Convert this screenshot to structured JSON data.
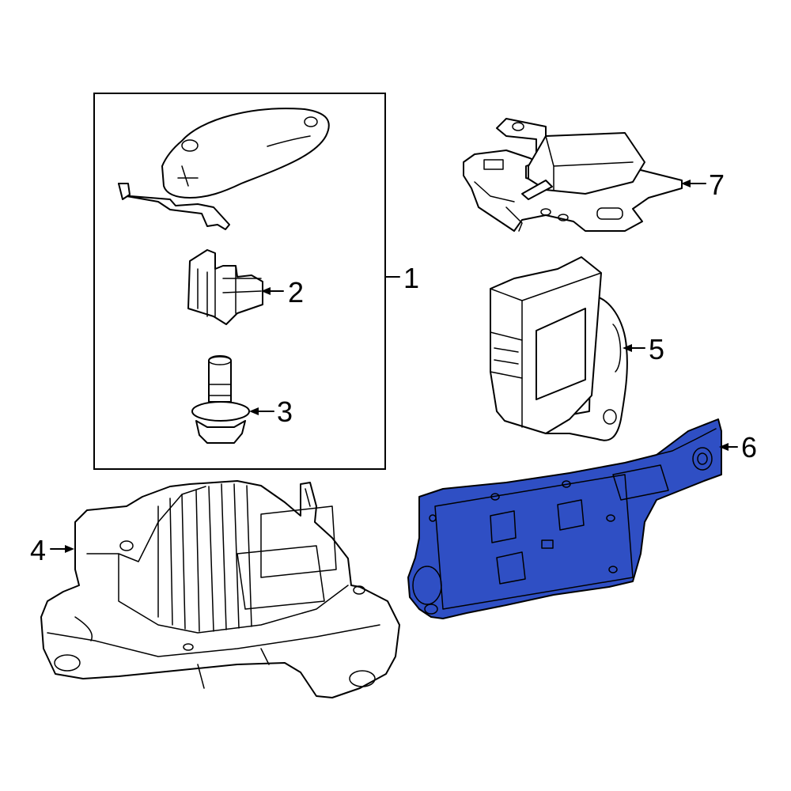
{
  "colors": {
    "background": "#ffffff",
    "line": "#000000",
    "highlight": "#2f4fc4"
  },
  "callouts": [
    {
      "id": "1",
      "label": "1"
    },
    {
      "id": "2",
      "label": "2"
    },
    {
      "id": "3",
      "label": "3"
    },
    {
      "id": "4",
      "label": "4"
    },
    {
      "id": "5",
      "label": "5"
    },
    {
      "id": "6",
      "label": "6",
      "highlighted": true
    },
    {
      "id": "7",
      "label": "7"
    }
  ]
}
